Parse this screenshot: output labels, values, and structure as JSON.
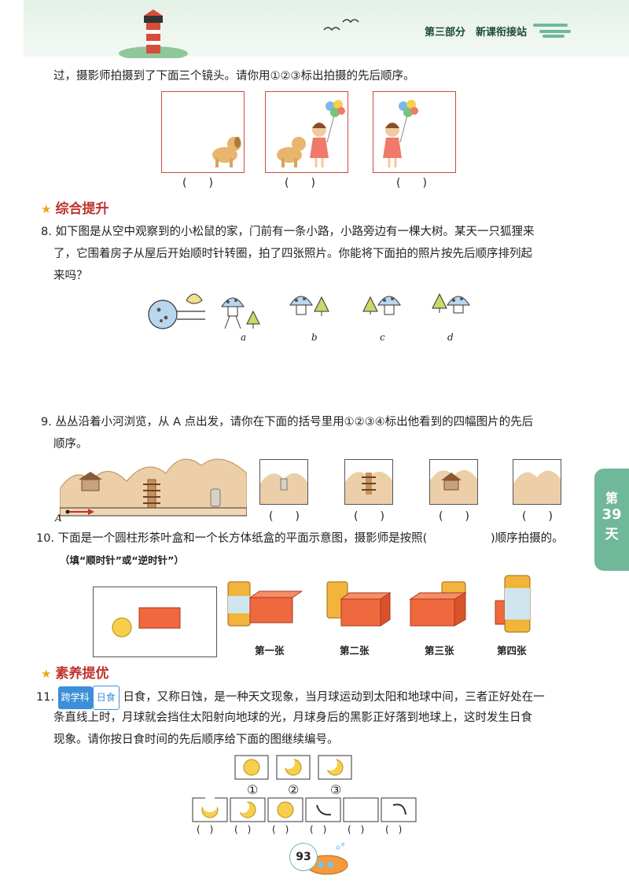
{
  "header": {
    "section": "第三部分",
    "title": "新课衔接站"
  },
  "q7": {
    "text": "过，摄影师拍摄到了下面三个镜头。请你用①②③标出拍摄的先后顺序。",
    "parens": [
      "(　　)",
      "(　　)",
      "(　　)"
    ]
  },
  "section1": "综合提升",
  "q8": {
    "line1": "8. 如下图是从空中观察到的小松鼠的家，门前有一条小路，小路旁边有一棵大树。某天一只狐狸来",
    "line2": "了，它围着房子从屋后开始顺时针转圈，拍了四张照片。你能将下面拍的照片按先后顺序排列起",
    "line3": "来吗？",
    "labels": [
      "a",
      "b",
      "c",
      "d"
    ]
  },
  "q9": {
    "line1": "9. 丛丛沿着小河浏览，从 A 点出发，请你在下面的括号里用①②③④标出他看到的四幅图片的先后",
    "line2": "顺序。",
    "point": "A",
    "parens": [
      "(　　)",
      "(　　)",
      "(　　)",
      "(　　)"
    ]
  },
  "q10": {
    "line1a": "10. 下面是一个圆柱形茶叶盒和一个长方体纸盒的平面示意图，摄影师是按照(",
    "line1b": ")顺序拍摄的。",
    "line2": "（填“顺时针”或“逆时针”）",
    "captions": [
      "第一张",
      "第二张",
      "第三张",
      "第四张"
    ]
  },
  "section2": "素养提优",
  "q11": {
    "num": "11.",
    "tag1": "跨学科",
    "tag2": "日食",
    "line1": "日食，又称日蚀，是一种天文现象，当月球运动到太阳和地球中间，三者正好处在一",
    "line2": "条直线上时，月球就会挡住太阳射向地球的光，月球身后的黑影正好落到地球上，这时发生日食",
    "line3": "现象。请你按日食时间的先后顺序给下面的图继续编号。",
    "marks": [
      "①",
      "②",
      "③"
    ],
    "parens": [
      "(　)",
      "(　)",
      "(　)",
      "(　)",
      "(　)",
      "(　)"
    ]
  },
  "side_tab": {
    "line1": "第",
    "line2": "39",
    "line3": "天"
  },
  "page_number": "93",
  "colors": {
    "section": "#c0322f",
    "tab": "#6fb899",
    "frame": "#c94a3e",
    "sun": "#f6d04b"
  }
}
